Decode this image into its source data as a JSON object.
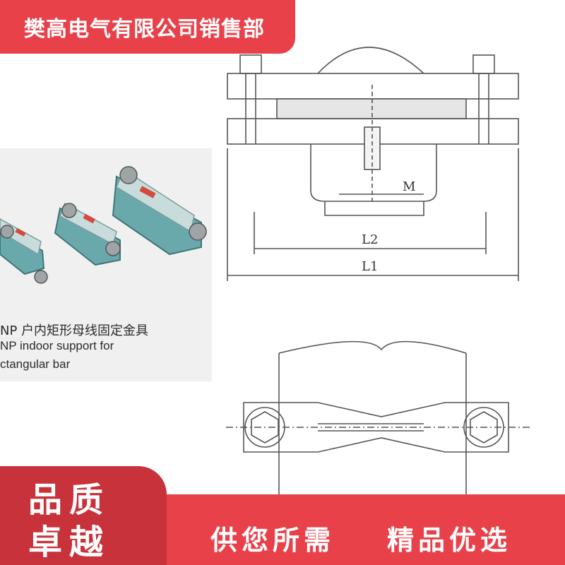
{
  "banner": {
    "company": "樊高电气有限公司销售部"
  },
  "product": {
    "caption_cn": "NP 户内矩形母线固定金具",
    "caption_en_1": "NP indoor support for",
    "caption_en_2": "ctangular bar"
  },
  "drawing": {
    "label_m": "M",
    "label_l2": "L2",
    "label_l1": "L1"
  },
  "footer": {
    "badge_line1": "品质",
    "badge_line2": "卓越",
    "slogan_1": "供您所需",
    "slogan_2": "精品优选"
  },
  "colors": {
    "accent": "#e8414a",
    "accent_dark": "#c8333b",
    "product_teal": "#5ea3a6"
  }
}
